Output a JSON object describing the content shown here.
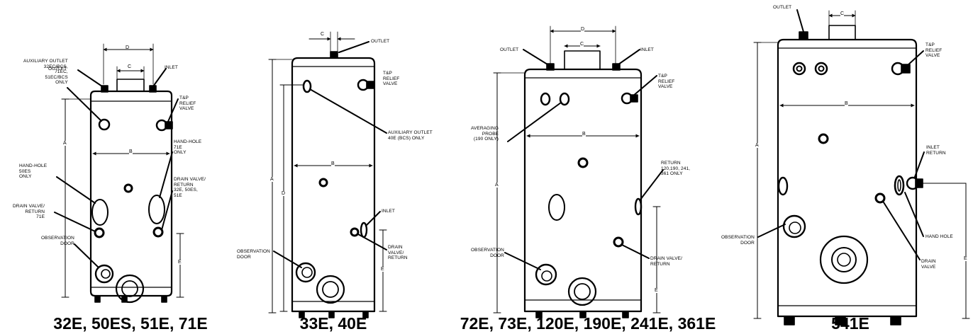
{
  "heaters": [
    {
      "caption": "32E, 50ES, 51E, 71E",
      "labels": {
        "outlet": "OUTLET",
        "inlet": "INLET",
        "aux_outlet": "AUXILIARY OUTLET\n32EC/BCS,\n71EC,\n51EC/BCS\nONLY",
        "tp_relief": "T&P\nRELIEF\nVALVE",
        "hand_hole_71": "HAND-HOLE\n71E\nONLY",
        "hand_hole_50": "HAND-HOLE\n50ES\nONLY",
        "drain_return_32": "DRAIN VALVE/\nRETURN\n32E, 50ES,\n51E",
        "drain_return_71": "DRAIN VALVE/\nRETURN\n71E",
        "observation": "OBSERVATION\nDOOR"
      },
      "dims": {
        "a": "A",
        "b": "B",
        "c": "C",
        "d": "D",
        "e": "E"
      }
    },
    {
      "caption": "33E, 40E",
      "labels": {
        "outlet": "OUTLET",
        "tp_relief": "T&P\nRELIEF\nVALVE",
        "aux_outlet": "AUXILIARY OUTLET\n40E (BCS) ONLY",
        "inlet": "INLET",
        "drain_return": "DRAIN\nVALVE/\nRETURN",
        "observation": "OBSERVATION\nDOOR"
      },
      "dims": {
        "a": "A",
        "b": "B",
        "c": "C",
        "d": "D",
        "e": "E"
      }
    },
    {
      "caption": "72E, 73E, 120E, 190E, 241E, 361E",
      "labels": {
        "outlet": "OUTLET",
        "inlet": "INLET",
        "tp_relief": "T&P\nRELIEF\nVALVE",
        "averaging_probe": "AVERAGING\nPROBE\n(190 ONLY)",
        "return": "RETURN\n120,190, 241,\n361 ONLY",
        "observation": "OBSERVATION\nDOOR",
        "drain_return": "DRAIN VALVE/\nRETURN"
      },
      "dims": {
        "a": "A",
        "b": "B",
        "c": "C",
        "d": "D",
        "e": "E"
      }
    },
    {
      "caption": "541E",
      "labels": {
        "outlet": "OUTLET",
        "tp_relief": "T&P\nRELIEF\nVALVE",
        "inlet_return": "INLET\nRETURN",
        "hand_hole": "HAND HOLE",
        "drain": "DRAIN\nVALVE",
        "observation": "OBSERVATION\nDOOR"
      },
      "dims": {
        "a": "A",
        "b": "B",
        "c": "C",
        "e": "E"
      }
    }
  ]
}
